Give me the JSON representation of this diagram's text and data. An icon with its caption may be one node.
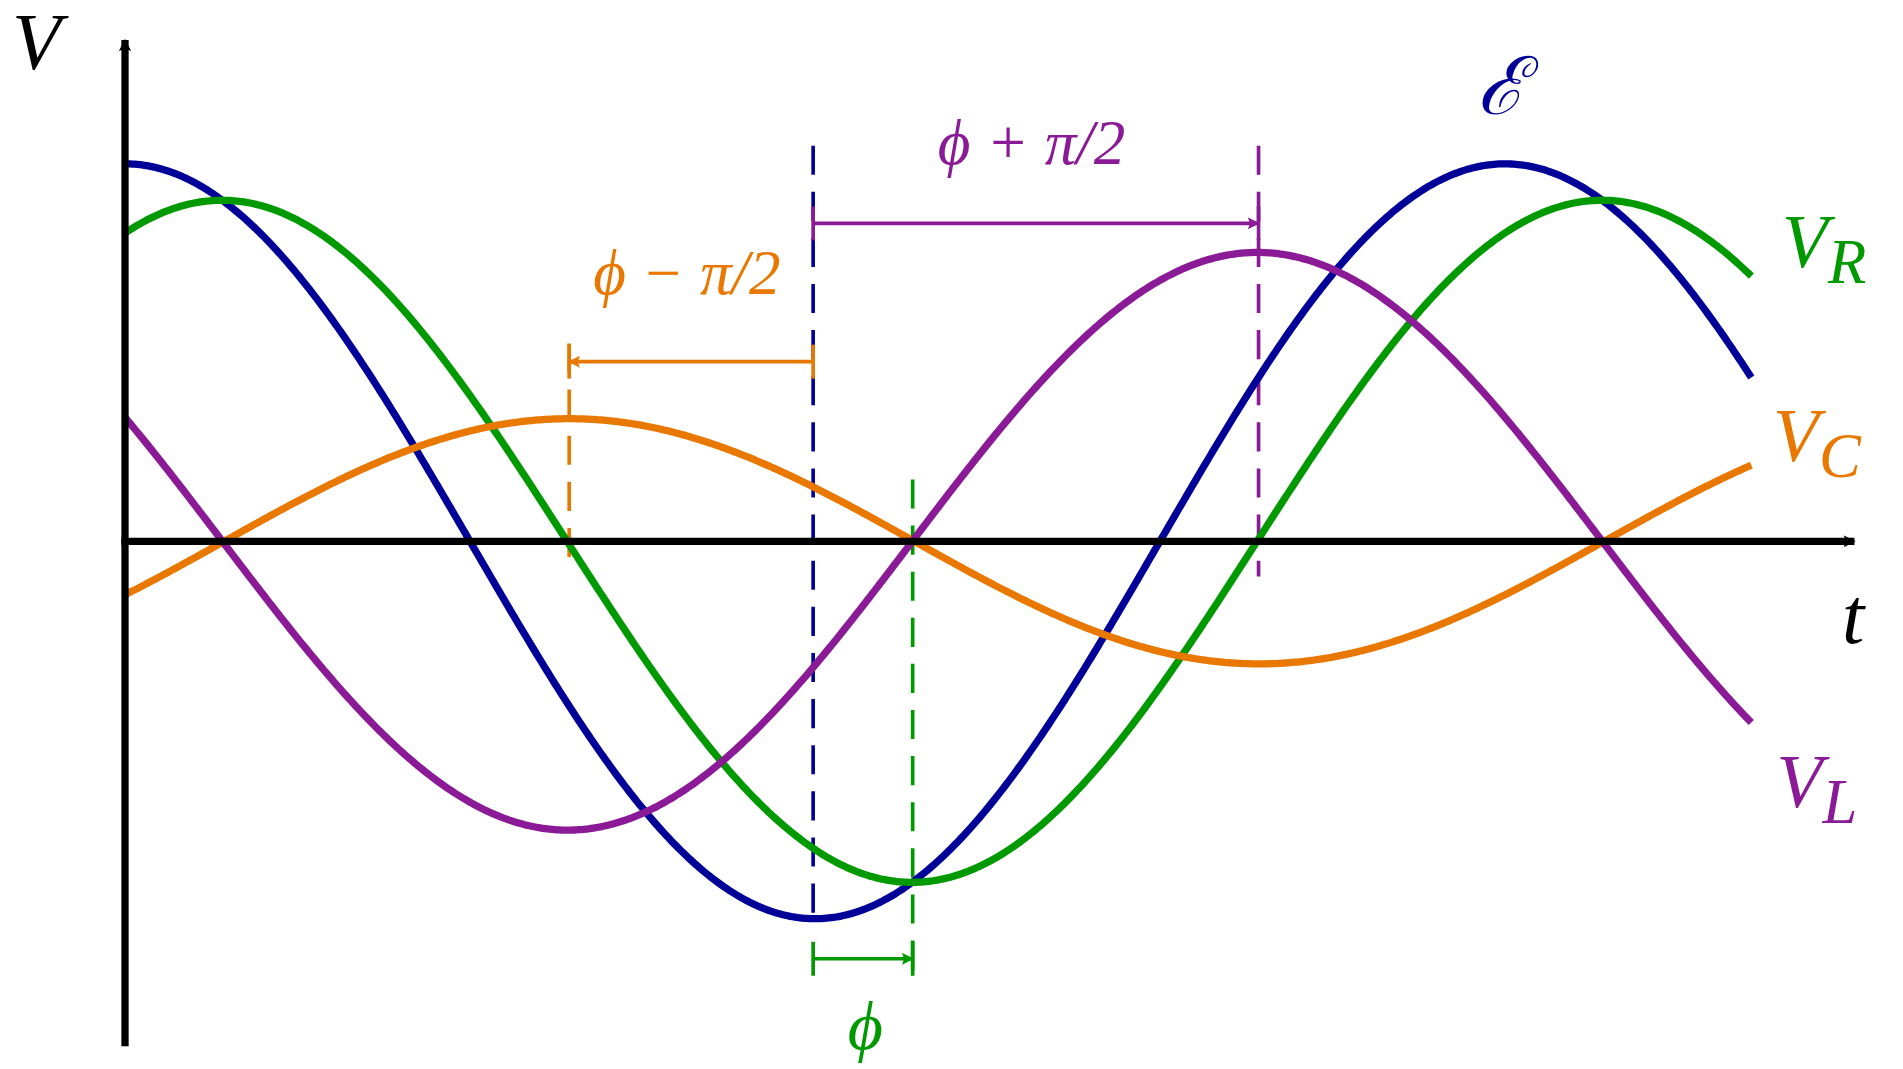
{
  "diagram": {
    "labels": [
      "V",
      "ℰ",
      "ϕ + π/2",
      "V$_{R}$",
      "ϕ − π/2",
      "V$_{C}$",
      "t",
      "V$_{L}$",
      "ϕ"
    ]
  }
}
